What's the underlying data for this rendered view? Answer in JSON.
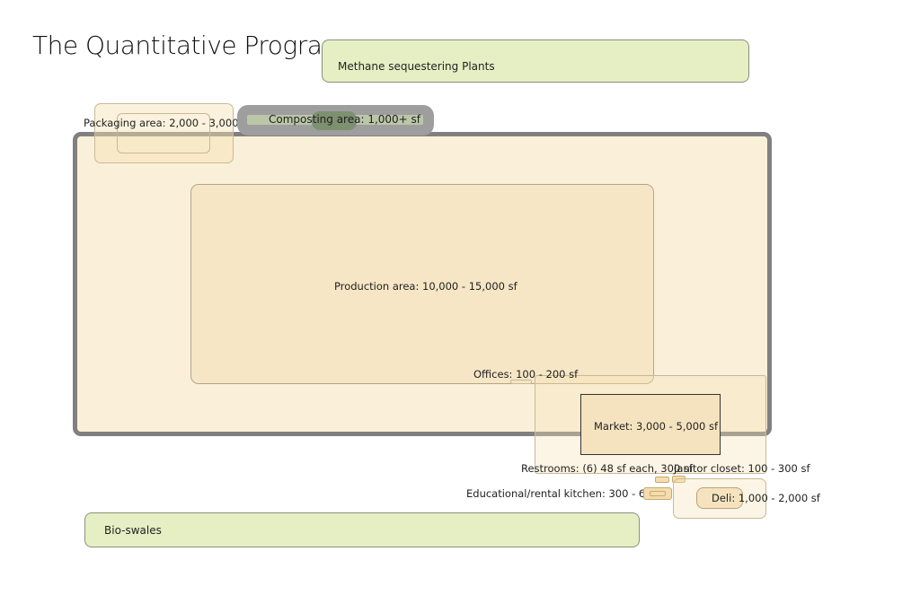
{
  "title": "The Quantitative Program",
  "spaces": {
    "methane": "Methane sequestering Plants",
    "packaging": "Packaging area: 2,000 - 3,000 sf",
    "composting": "Composting area: 1,000+ sf",
    "production": "Production area: 10,000 - 15,000 sf",
    "offices": "Offices: 100 - 200 sf",
    "market": "Market: 3,000 - 5,000 sf",
    "restrooms": "Restrooms: (6) 48 sf each, 300 sf",
    "janitor": "Janitor closet: 100 - 300 sf",
    "kitchen": "Educational/rental kitchen: 300 - 600 sf",
    "deli": "Deli: 1,000 - 2,000 sf",
    "bioswales": "Bio-swales"
  },
  "colors": {
    "green_zone": "#e6efc3",
    "site_fill": "#faf0da",
    "site_border": "#808080",
    "program_fill": "#f6e6c5",
    "composting": "#9e9e9e"
  }
}
